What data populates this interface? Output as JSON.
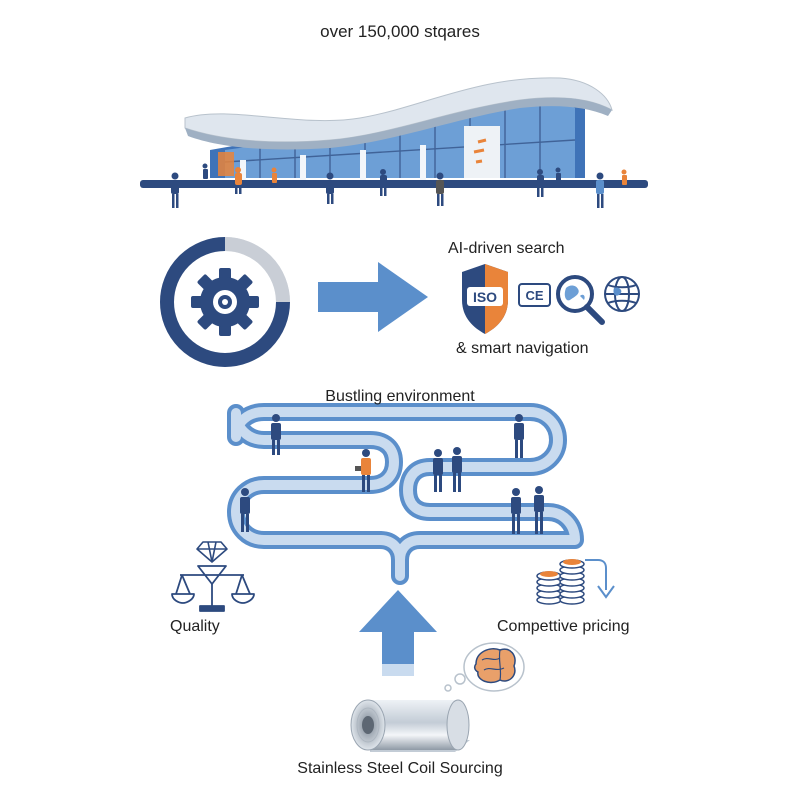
{
  "header": {
    "title": "over 150,000 stqares"
  },
  "search": {
    "line1": "AI-driven search",
    "line2": "& smart navigation"
  },
  "environment": {
    "label": "Bustling environment"
  },
  "quality": {
    "label": "Quality"
  },
  "pricing": {
    "label": "Compettive pricing"
  },
  "footer": {
    "label": "Stainless Steel Coil Sourcing"
  },
  "badges": {
    "iso": "ISO",
    "ce": "CE"
  },
  "colors": {
    "primary_blue": "#5b8fcb",
    "dark_navy": "#2d4a7f",
    "light_blue": "#a9c6e8",
    "orange": "#e9843a",
    "steel": "#b8c2cc"
  },
  "icons": [
    "gear-icon",
    "progress-ring",
    "right-arrow-icon",
    "iso-shield-icon",
    "ce-mark-icon",
    "globe-search-icon",
    "globe-icon",
    "diamond-icon",
    "balance-scale-icon",
    "coin-stack-icon",
    "down-arrow-icon",
    "up-arrow-icon",
    "brain-thought-icon",
    "steel-coil-icon"
  ]
}
